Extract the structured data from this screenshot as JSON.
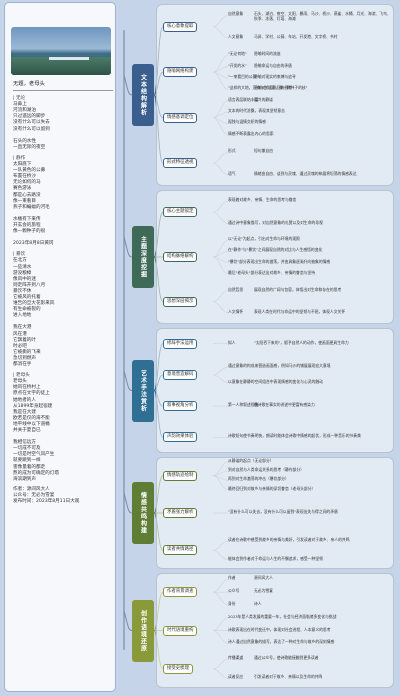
{
  "left_panel": {
    "title": "无题，老母头",
    "sections": [
      {
        "heading": "| 无论",
        "lines": [
          "马鼻上",
          "河流和湖泊",
          "只过遥远的脚步",
          "没有什么可以失去",
          "没有什么可以留到",
          "",
          "石头的水性",
          "一直无际的夜空"
        ]
      },
      {
        "heading": "| 静作",
        "lines": [
          "太阳底下",
          "一队黄色的公募",
          "布置在桥沙",
          "无论如何的马",
          "赛色游泳",
          "都是心去路没",
          "像一束看目",
          "燕子和蝙蝠的河毛",
          "",
          "水桶有下来传",
          "开玄会的旅程",
          "像一颗种子的很",
          "",
          "2023年8月8日黄冈"
        ]
      },
      {
        "heading": "| 暴饮",
        "lines": [
          "在北方",
          "一些清水",
          "游没粮樟",
          "像风中的迷",
          "则走阵开到八月",
          "暴饮不休",
          "它被风的托着",
          "谁告的旦大花影来风",
          "有生命被裂的",
          "进入地地",
          "",
          "我在大港",
          "风在港",
          "它飘着的叶",
          "时必吧",
          "它被撕的飞来",
          "急切到燃声",
          "都消在手"
        ]
      },
      {
        "heading": "| 老母头",
        "lines": [
          "老母头",
          "她风在桥村上",
          "原点在文字的徒上",
          "她地者的人",
          "从1899年身起宿建",
          "我是在大建",
          "欧若是仅的海不能",
          "地平线中以下道桶",
          "并关于夏自已",
          "",
          "我相信远方",
          "一切成不可及",
          "一切是时空气凤产生",
          "就要跳到一样",
          "害像量着的都走",
          "熬的成为可确定的灯塔",
          "海滨期到声"
        ]
      }
    ],
    "footer": [
      "作者：源间风大人",
      "公众号：无必为雪宴",
      "发布时间：2023年8月11日大观"
    ]
  },
  "mindmap": {
    "branches": [
      {
        "name": "文本结构解析",
        "color": "#3a5f8f",
        "children": [
          {
            "label": "核心意象提取",
            "items": [
              {
                "k": "自然意象",
                "v": "石头、湖泊、夜空、太阳、暴雨、马沙、桥沙、燕雀、水桶、月光、海滨、飞鸟、秋季、冻落、灯塔、海滩"
              },
              {
                "k": "人文意象",
                "v": "马鼻、学村、公募、车站、开发港、文字桥、书村"
              }
            ]
          },
          {
            "label": "隐喻网络构建",
            "items": [
              {
                "k": "\"无论何地\"",
                "v": "隐喻时间的流逝"
              },
              {
                "k": "\"开发的水\"",
                "v": "隐喻命运与自由的矛盾"
              },
              {
                "k": "\"一束看目的公募\"",
                "v": "隐喻对现实的束缚与追寻"
              },
              {
                "k": "\"这样的大地，万物与生活家，像一颗种子的核\"",
                "v": "隐喻对命运轮回的思考"
              }
            ]
          },
          {
            "label": "情感基调定位",
            "items": [
              {
                "k": "语言表层联结丰富",
                "v": "孤冷的静谧"
              },
              {
                "k": "",
                "v": "文本的时代沧桑，表现其坚韧意志"
              },
              {
                "k": "",
                "v": "孤独与温情交织的情感"
              },
              {
                "k": "",
                "v": "情感不断表露出内心的思索"
              }
            ]
          },
          {
            "label": "形式特征透视",
            "items": [
              {
                "k": "形式",
                "v": "短句兼自由"
              },
              {
                "k": "语气",
                "v": "情绪由自由、谈到与灵魂、通过灵魂的伸展将坦荡的情感表达"
              }
            ]
          }
        ]
      },
      {
        "name": "主题深度挖掘",
        "color": "#3f6a57",
        "children": [
          {
            "label": "核心主题锁定",
            "items": [
              {
                "k": "",
                "v": "表现着对故乡、亲情、生命的思考与眷恋"
              },
              {
                "k": "",
                "v": "通过诗中意象描写，对自然意象的礼赞以及对生命的珍视"
              }
            ]
          },
          {
            "label": "结构脉络解构",
            "items": [
              {
                "k": "",
                "v": "以\"无论\"为起点，引出对生命与环境的观照"
              },
              {
                "k": "",
                "v": "在\"静作\"与\"暴饮\"之间展现自然的对比与人生感悟的变化"
              },
              {
                "k": "",
                "v": "\"暴饮\"部分表现出生命的激荡，并由具象逐渐升向抽象的情感"
              },
              {
                "k": "",
                "v": "最后\"老母头\"部分表达出对故乡、亲情的眷恋与坚持"
              }
            ]
          },
          {
            "label": "思想深层揭示",
            "items": [
              {
                "k": "自然哲思",
                "v": "展现自然的广阔与包容，体悟出对生命和存在的思考"
              },
              {
                "k": "人文情怀",
                "v": "表现人类在时代与命运中的坚韧与不屈，体现人文关怀"
              }
            ]
          }
        ]
      },
      {
        "name": "艺术手法赏析",
        "color": "#2f6f93",
        "children": [
          {
            "label": "修辞手法运用",
            "items": [
              {
                "k": "拟人",
                "v": "\"太阳吞下来的\"，赋予自然人的动作，使画面更具生命力"
              }
            ]
          },
          {
            "label": "意境营造解码",
            "items": [
              {
                "k": "",
                "v": "通过意象的构成来营造画面感，例如马沙的铺展展现宏大意境"
              },
              {
                "k": "",
                "v": "以意象在静静的空间组合中表现情感的变化与心灵的触动"
              }
            ]
          },
          {
            "label": "叙事视角分析",
            "items": [
              {
                "k": "第一人称叙述视角",
                "v": "使诗歌在事实的讲述中更富有感染力"
              }
            ]
          },
          {
            "label": "声韵效果体验",
            "items": [
              {
                "k": "",
                "v": "诗歌短句使节奏明快，朗读时能体会诗歌中情感的起伏，形成一种音乐的节奏美"
              }
            ]
          }
        ]
      },
      {
        "name": "情感共鸣构建",
        "color": "#5f7d35",
        "children": [
          {
            "label": "情感轨迹绘制",
            "items": [
              {
                "k": "",
                "v": "从静谧的起点（无论部分）"
              },
              {
                "k": "",
                "v": "到对自然与人类命运关系的思考（静作部分）"
              },
              {
                "k": "",
                "v": "再到对生命激荡的冲击（暴饮部分）"
              },
              {
                "k": "",
                "v": "最终回归到对故乡与亲情的深切眷恋（老母头部分）"
              }
            ]
          },
          {
            "label": "矛盾张力解析",
            "items": [
              {
                "k": "",
                "v": "\"没有什么可以失去，没有什么可以留到\"表现出失与得之间的矛盾"
              }
            ]
          },
          {
            "label": "读者共情路径",
            "items": [
              {
                "k": "",
                "v": "读者在诗歌中感受到故乡的亲情与美好，引发读者对于故乡、亲人的共鸣"
              },
              {
                "k": "",
                "v": "能体会到作者对于命运与人生的不懈追求，感受一种坚韧"
              }
            ]
          }
        ]
      },
      {
        "name": "创作语境还原",
        "color": "#8a9a3a",
        "children": [
          {
            "label": "作者背景调查",
            "items": [
              {
                "k": "作者",
                "v": "源间风大人"
              },
              {
                "k": "公众号",
                "v": "无必为雪宴"
              },
              {
                "k": "身份",
                "v": "诗人"
              }
            ]
          },
          {
            "label": "时代语境重构",
            "items": [
              {
                "k": "",
                "v": "2023年是人类发展的重要一年，社会与经济面临诸多变化与挑战"
              },
              {
                "k": "",
                "v": "诗歌表现出在时代变迁中，体现对社会进程、人本意义的思考"
              },
              {
                "k": "",
                "v": "诗人通过自然意象的描写，表达了一种对生命与故乡的深刻情感"
              }
            ]
          },
          {
            "label": "接受史梳理",
            "items": [
              {
                "k": "传播渠道",
                "v": "通过公众号，使诗歌能接触到更多读者"
              },
              {
                "k": "读者反应",
                "v": "引发读者对于故乡、亲情以及生命的共鸣"
              }
            ]
          }
        ]
      }
    ]
  }
}
